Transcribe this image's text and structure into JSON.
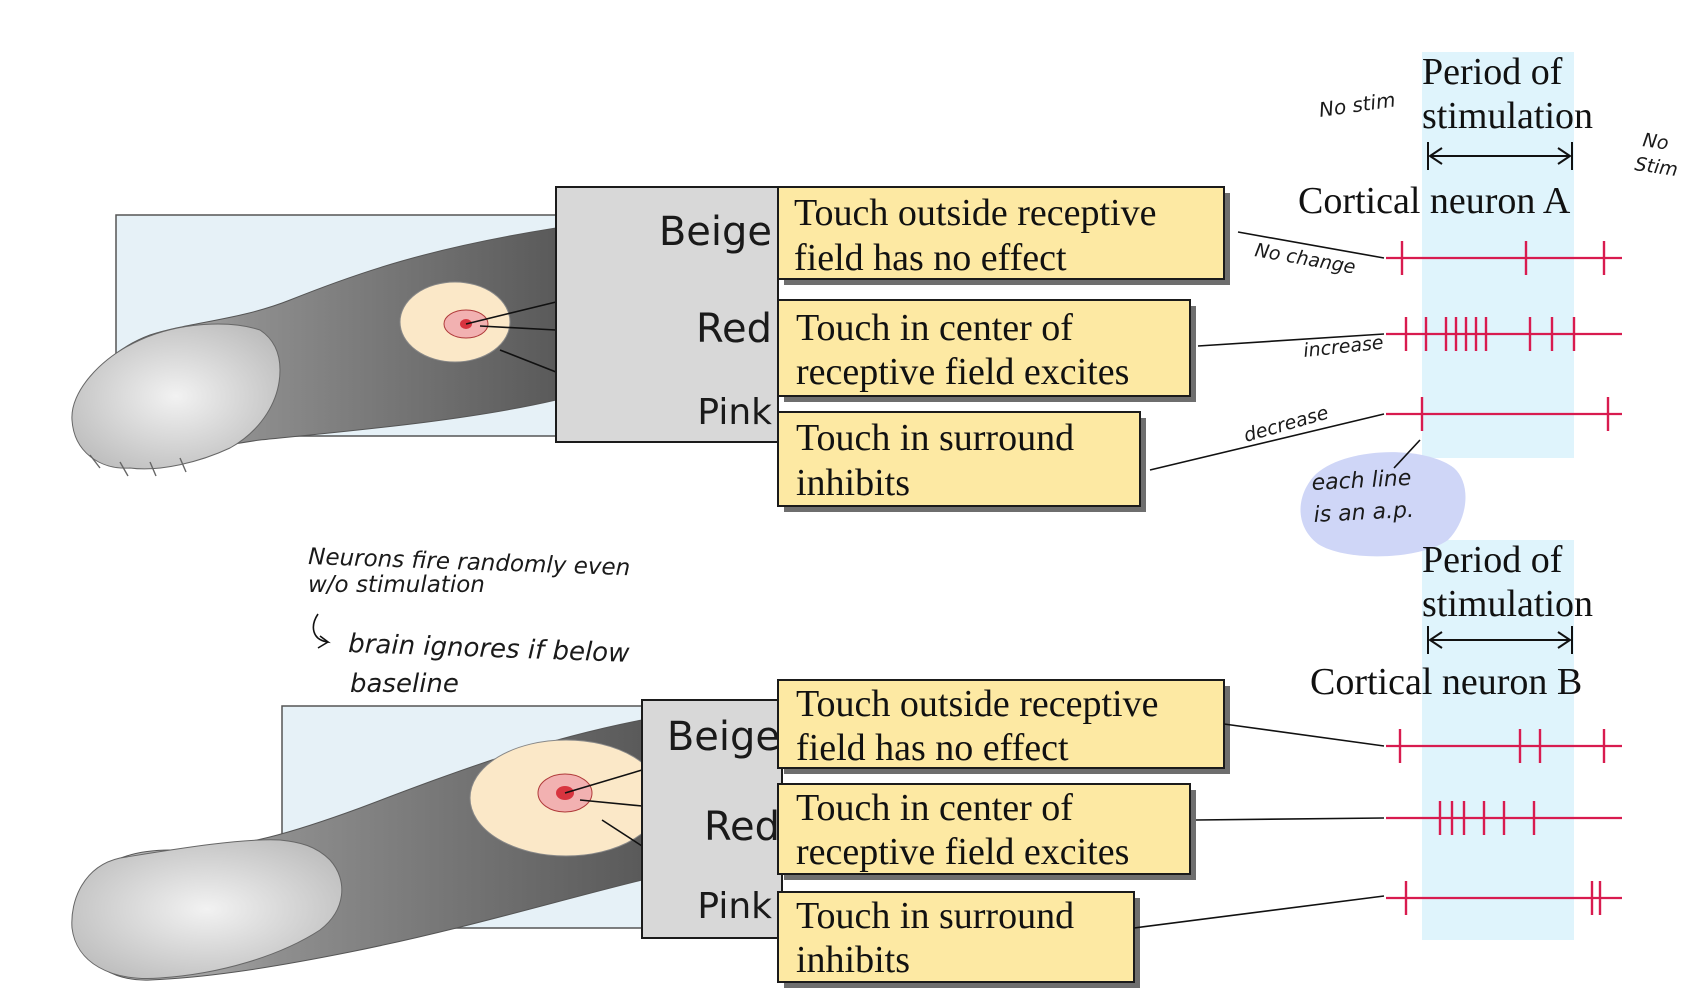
{
  "panel_a": {
    "stim_title_line1": "Period of",
    "stim_title_line2": "stimulation",
    "neuron_title": "Cortical neuron A",
    "note_no_stim_left": "No stim",
    "note_no_stim_right_1": "No",
    "note_no_stim_right_2": "Stim",
    "region_beige": "Beige",
    "region_red": "Red",
    "region_pink": "Pink",
    "box_outside_1": "Touch outside receptive",
    "box_outside_2": "field has no effect",
    "box_center_1": "Touch in center of",
    "box_center_2": "receptive field excites",
    "box_surround_1": "Touch in surround",
    "box_surround_2": "inhibits",
    "note_no_change": "No change",
    "note_increase": "increase",
    "note_decrease": "decrease",
    "note_each_line_1": "each line",
    "note_each_line_2": "is an a.p."
  },
  "panel_b": {
    "stim_title_line1": "Period of",
    "stim_title_line2": "stimulation",
    "neuron_title": "Cortical neuron B",
    "region_beige": "Beige",
    "region_red": "Red",
    "region_pink": "Pink",
    "box_outside_1": "Touch outside receptive",
    "box_outside_2": "field has no effect",
    "box_center_1": "Touch in center of",
    "box_center_2": "receptive field excites",
    "box_surround_1": "Touch in surround",
    "box_surround_2": "inhibits"
  },
  "notes": {
    "random_1": "Neurons fire randomly even",
    "random_2": "w/o stimulation",
    "ignore_1": "brain ignores if below",
    "ignore_2": "baseline"
  },
  "colors": {
    "trace": "#d81b4f",
    "label_box": "#fde9a3",
    "stim_band": "#dff4fc",
    "annotation_blob": "#cfd6f7"
  }
}
